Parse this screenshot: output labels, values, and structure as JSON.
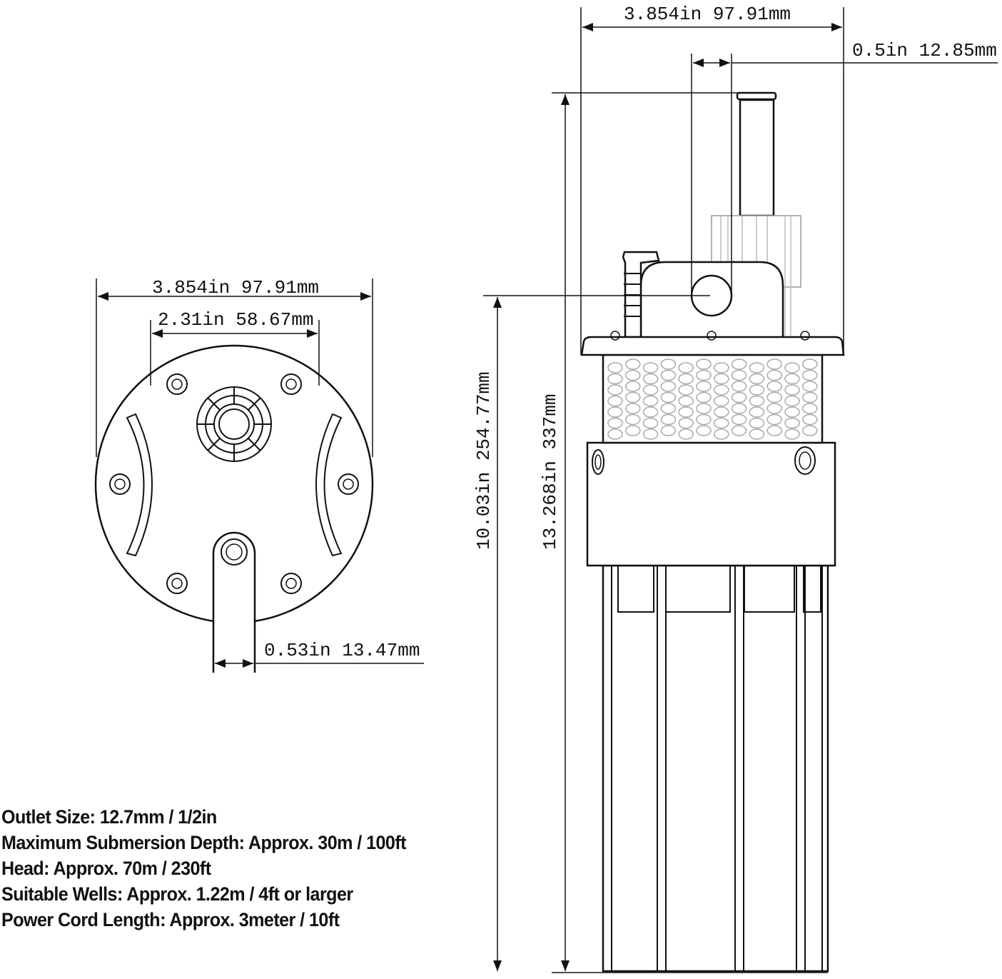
{
  "top_view": {
    "outer_diameter": "3.854in 97.91mm",
    "bolt_spacing": "2.31in 58.67mm",
    "outlet_width": "0.53in 13.47mm"
  },
  "side_view": {
    "width": "3.854in 97.91mm",
    "outlet_offset": "0.5in 12.85mm",
    "height_to_outlet": "10.03in 254.77mm",
    "total_height": "13.268in 337mm"
  },
  "specs": [
    "Outlet Size: 12.7mm / 1/2in",
    "Maximum Submersion Depth: Approx. 30m / 100ft",
    "Head: Approx. 70m / 230ft",
    "Suitable Wells: Approx. 1.22m / 4ft or larger",
    "Power Cord Length: Approx. 3meter / 10ft"
  ]
}
